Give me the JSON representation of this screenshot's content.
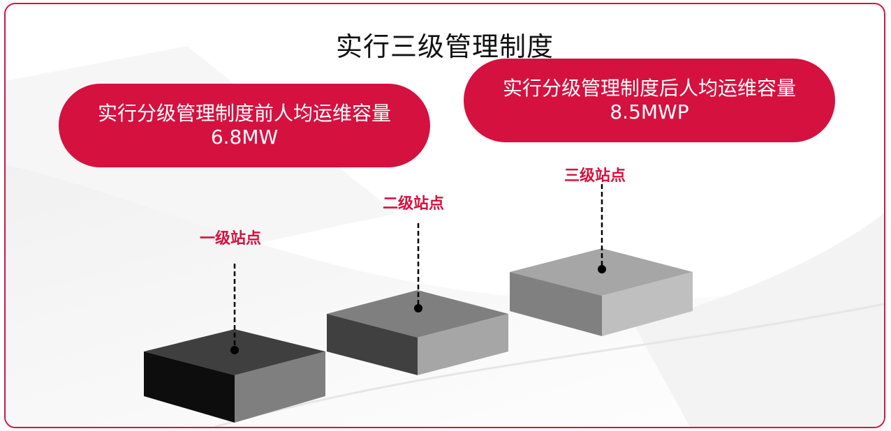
{
  "slide": {
    "title": "实行三级管理制度",
    "before": {
      "label": "实行分级管理制度前人均运维容量",
      "value": "6.8MW"
    },
    "after": {
      "label": "实行分级管理制度后人均运维容量",
      "value": "8.5MWP"
    },
    "levels": [
      {
        "label": "一级站点"
      },
      {
        "label": "二级站点"
      },
      {
        "label": "三级站点"
      }
    ]
  },
  "colors": {
    "accent": "#d5113f",
    "border": "#d11542",
    "step1_top": "#3f3f3f",
    "step1_left": "#0d0d0d",
    "step1_right": "#7f7f7f",
    "step2_top": "#7f7f7f",
    "step2_left": "#404040",
    "step2_right": "#a6a6a6",
    "step3_top": "#a6a6a6",
    "step3_left": "#808080",
    "step3_right": "#bfbfbf"
  }
}
